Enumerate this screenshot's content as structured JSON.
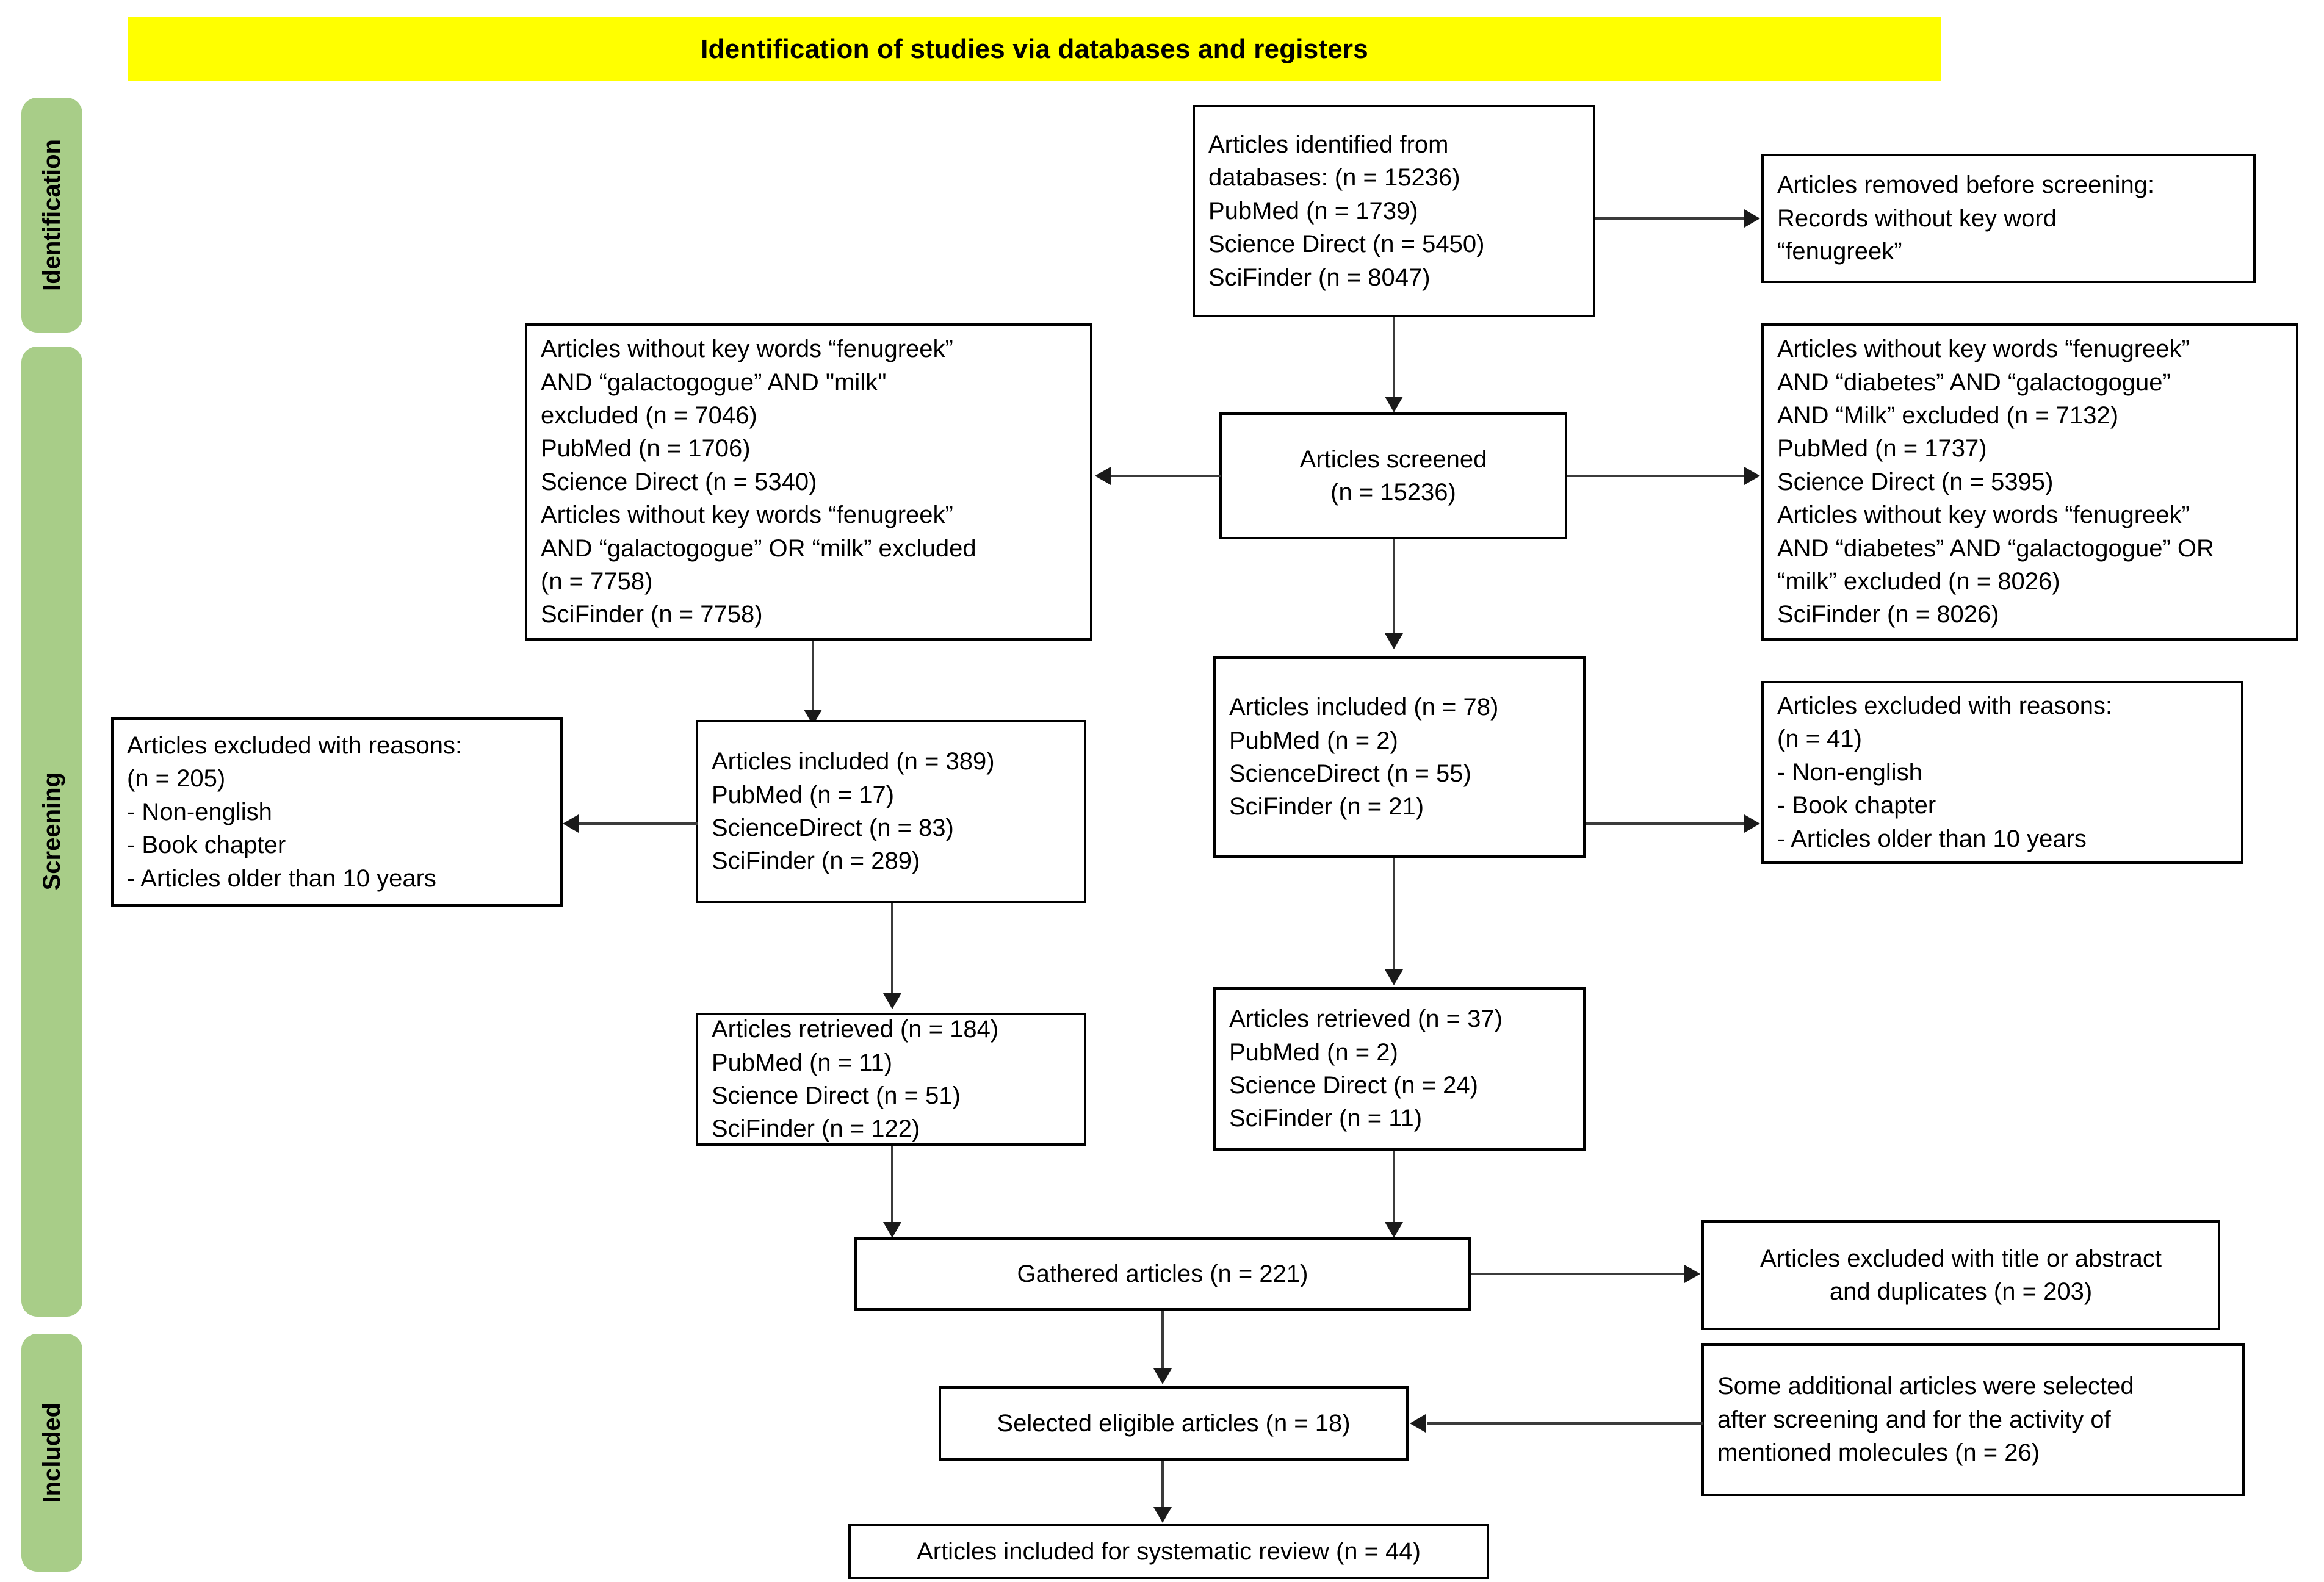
{
  "title": {
    "text": "Identification of studies via databases and registers",
    "background": "#ffff00"
  },
  "stages": [
    {
      "label": "Identification"
    },
    {
      "label": "Screening"
    },
    {
      "label": "Included"
    }
  ],
  "colors": {
    "stage_bar": "#a8cd88",
    "box_border": "#000000",
    "connector": "#3b3b3b",
    "banner": "#ffff00"
  },
  "boxes": {
    "identified": "Articles identified from\ndatabases: (n = 15236)\nPubMed (n = 1739)\nScience Direct (n = 5450)\nSciFinder (n = 8047)",
    "removed_before_screening": "Articles removed before screening:\nRecords without key word\n“fenugreek”",
    "excluded_left_keywords": "Articles without key words “fenugreek”\nAND “galactogogue” AND \"milk\"\nexcluded (n = 7046)\nPubMed (n = 1706)\nScience Direct (n = 5340)\nArticles without key words “fenugreek”\nAND “galactogogue” OR “milk” excluded\n(n = 7758)\nSciFinder (n = 7758)",
    "screened": "Articles screened\n(n = 15236)",
    "excluded_right_keywords": "Articles without key words “fenugreek”\nAND “diabetes” AND “galactogogue”\nAND “Milk” excluded (n = 7132)\nPubMed (n = 1737)\nScience Direct (n = 5395)\nArticles without key words “fenugreek”\nAND “diabetes” AND “galactogogue” OR\n“milk” excluded (n = 8026)\nSciFinder (n = 8026)",
    "excluded_reasons_left": "Articles excluded with reasons:\n(n = 205)\n- Non-english\n- Book chapter\n- Articles older than 10 years",
    "included_389": "Articles included (n = 389)\nPubMed (n = 17)\nScienceDirect (n = 83)\nSciFinder (n = 289)",
    "included_78": "Articles included (n = 78)\nPubMed (n = 2)\nScienceDirect (n = 55)\nSciFinder (n = 21)",
    "excluded_reasons_right": "Articles excluded with reasons:\n(n = 41)\n- Non-english\n- Book chapter\n- Articles older than 10 years",
    "retrieved_184": "Articles retrieved (n = 184)\nPubMed (n = 11)\nScience Direct (n = 51)\nSciFinder (n = 122)",
    "retrieved_37": "Articles retrieved (n = 37)\nPubMed (n = 2)\nScience Direct (n = 24)\nSciFinder (n = 11)",
    "gathered": "Gathered articles (n = 221)",
    "excluded_title_abstract": "Articles excluded with title or abstract\nand duplicates (n = 203)",
    "selected_eligible": "Selected eligible articles (n = 18)",
    "additional_articles": "Some additional articles were selected\nafter screening and for the activity of\nmentioned molecules (n = 26)",
    "included_systematic_review": "Articles included for systematic review (n = 44)"
  },
  "chart_data": {
    "type": "diagram",
    "title": "Identification of studies via databases and registers",
    "nodes": [
      {
        "id": "identified",
        "stage": "Identification",
        "label": "Articles identified from databases",
        "total": 15236,
        "sources": {
          "PubMed": 1739,
          "Science Direct": 5450,
          "SciFinder": 8047
        }
      },
      {
        "id": "removed_before_screening",
        "stage": "Identification",
        "label": "Articles removed before screening: Records without key word “fenugreek”"
      },
      {
        "id": "screened",
        "stage": "Screening",
        "label": "Articles screened",
        "total": 15236
      },
      {
        "id": "excluded_left_keywords",
        "stage": "Screening",
        "label": "Articles without key words excluded (fenugreek/galactogogue/milk)",
        "totals": [
          7046,
          7758
        ],
        "sources": {
          "PubMed": 1706,
          "Science Direct": 5340,
          "SciFinder": 7758
        }
      },
      {
        "id": "excluded_right_keywords",
        "stage": "Screening",
        "label": "Articles without key words excluded (fenugreek/diabetes/galactogogue/milk)",
        "totals": [
          7132,
          8026
        ],
        "sources": {
          "PubMed": 1737,
          "Science Direct": 5395,
          "SciFinder": 8026
        }
      },
      {
        "id": "included_389",
        "stage": "Screening",
        "label": "Articles included",
        "total": 389,
        "sources": {
          "PubMed": 17,
          "ScienceDirect": 83,
          "SciFinder": 289
        }
      },
      {
        "id": "included_78",
        "stage": "Screening",
        "label": "Articles included",
        "total": 78,
        "sources": {
          "PubMed": 2,
          "ScienceDirect": 55,
          "SciFinder": 21
        }
      },
      {
        "id": "excluded_reasons_left",
        "stage": "Screening",
        "label": "Articles excluded with reasons",
        "total": 205,
        "reasons": [
          "Non-english",
          "Book chapter",
          "Articles older than 10 years"
        ]
      },
      {
        "id": "excluded_reasons_right",
        "stage": "Screening",
        "label": "Articles excluded with reasons",
        "total": 41,
        "reasons": [
          "Non-english",
          "Book chapter",
          "Articles older than 10 years"
        ]
      },
      {
        "id": "retrieved_184",
        "stage": "Screening",
        "label": "Articles retrieved",
        "total": 184,
        "sources": {
          "PubMed": 11,
          "Science Direct": 51,
          "SciFinder": 122
        }
      },
      {
        "id": "retrieved_37",
        "stage": "Screening",
        "label": "Articles retrieved",
        "total": 37,
        "sources": {
          "PubMed": 2,
          "Science Direct": 24,
          "SciFinder": 11
        }
      },
      {
        "id": "gathered",
        "stage": "Included",
        "label": "Gathered articles",
        "total": 221
      },
      {
        "id": "excluded_title_abstract",
        "stage": "Included",
        "label": "Articles excluded with title or abstract and duplicates",
        "total": 203
      },
      {
        "id": "selected_eligible",
        "stage": "Included",
        "label": "Selected eligible articles",
        "total": 18
      },
      {
        "id": "additional_articles",
        "stage": "Included",
        "label": "Some additional articles were selected after screening and for the activity of mentioned molecules",
        "total": 26
      },
      {
        "id": "included_systematic_review",
        "stage": "Included",
        "label": "Articles included for systematic review",
        "total": 44
      }
    ],
    "edges": [
      {
        "from": "identified",
        "to": "removed_before_screening"
      },
      {
        "from": "identified",
        "to": "screened"
      },
      {
        "from": "screened",
        "to": "excluded_left_keywords"
      },
      {
        "from": "screened",
        "to": "excluded_right_keywords"
      },
      {
        "from": "screened",
        "to": "included_78"
      },
      {
        "from": "excluded_left_keywords",
        "to": "included_389"
      },
      {
        "from": "included_389",
        "to": "excluded_reasons_left"
      },
      {
        "from": "included_78",
        "to": "excluded_reasons_right"
      },
      {
        "from": "included_389",
        "to": "retrieved_184"
      },
      {
        "from": "included_78",
        "to": "retrieved_37"
      },
      {
        "from": "retrieved_184",
        "to": "gathered"
      },
      {
        "from": "retrieved_37",
        "to": "gathered"
      },
      {
        "from": "gathered",
        "to": "excluded_title_abstract"
      },
      {
        "from": "gathered",
        "to": "selected_eligible"
      },
      {
        "from": "additional_articles",
        "to": "selected_eligible"
      },
      {
        "from": "selected_eligible",
        "to": "included_systematic_review"
      }
    ]
  }
}
